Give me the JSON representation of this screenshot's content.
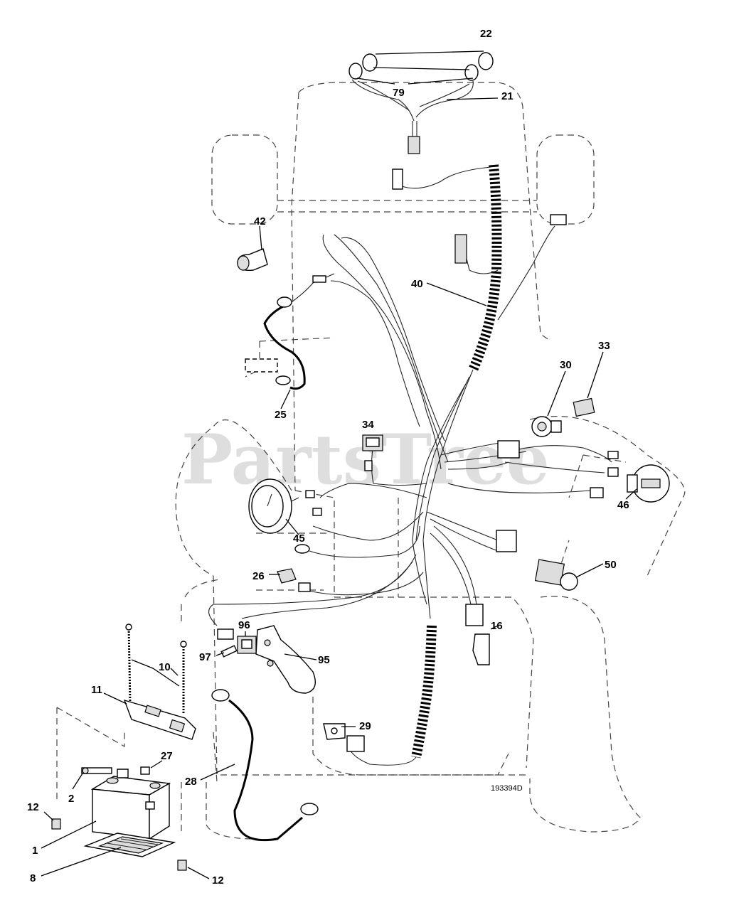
{
  "watermark": "PartsTree",
  "drawing_number": "193394D",
  "callouts": {
    "p1": "1",
    "p2": "2",
    "p8": "8",
    "p10": "10",
    "p11": "11",
    "p12a": "12",
    "p12b": "12",
    "p16": "16",
    "p21": "21",
    "p22": "22",
    "p25": "25",
    "p26": "26",
    "p27": "27",
    "p28": "28",
    "p29": "29",
    "p30": "30",
    "p33": "33",
    "p34": "34",
    "p40": "40",
    "p42": "42",
    "p45": "45",
    "p46": "46",
    "p50": "50",
    "p79": "79",
    "p95": "95",
    "p96": "96",
    "p97": "97"
  }
}
